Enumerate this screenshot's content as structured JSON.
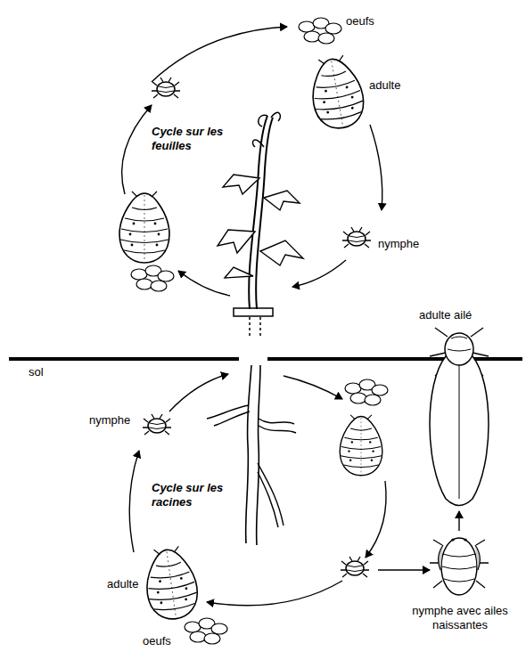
{
  "diagram": {
    "labels": [
      "oeufs",
      "adulte",
      "Cycle sur les feuilles",
      "nymphe",
      "adulte ailé",
      "sol",
      "nymphe",
      "Cycle sur les racines",
      "adulte",
      "oeufs",
      "nymphe avec ailes naissantes"
    ]
  }
}
